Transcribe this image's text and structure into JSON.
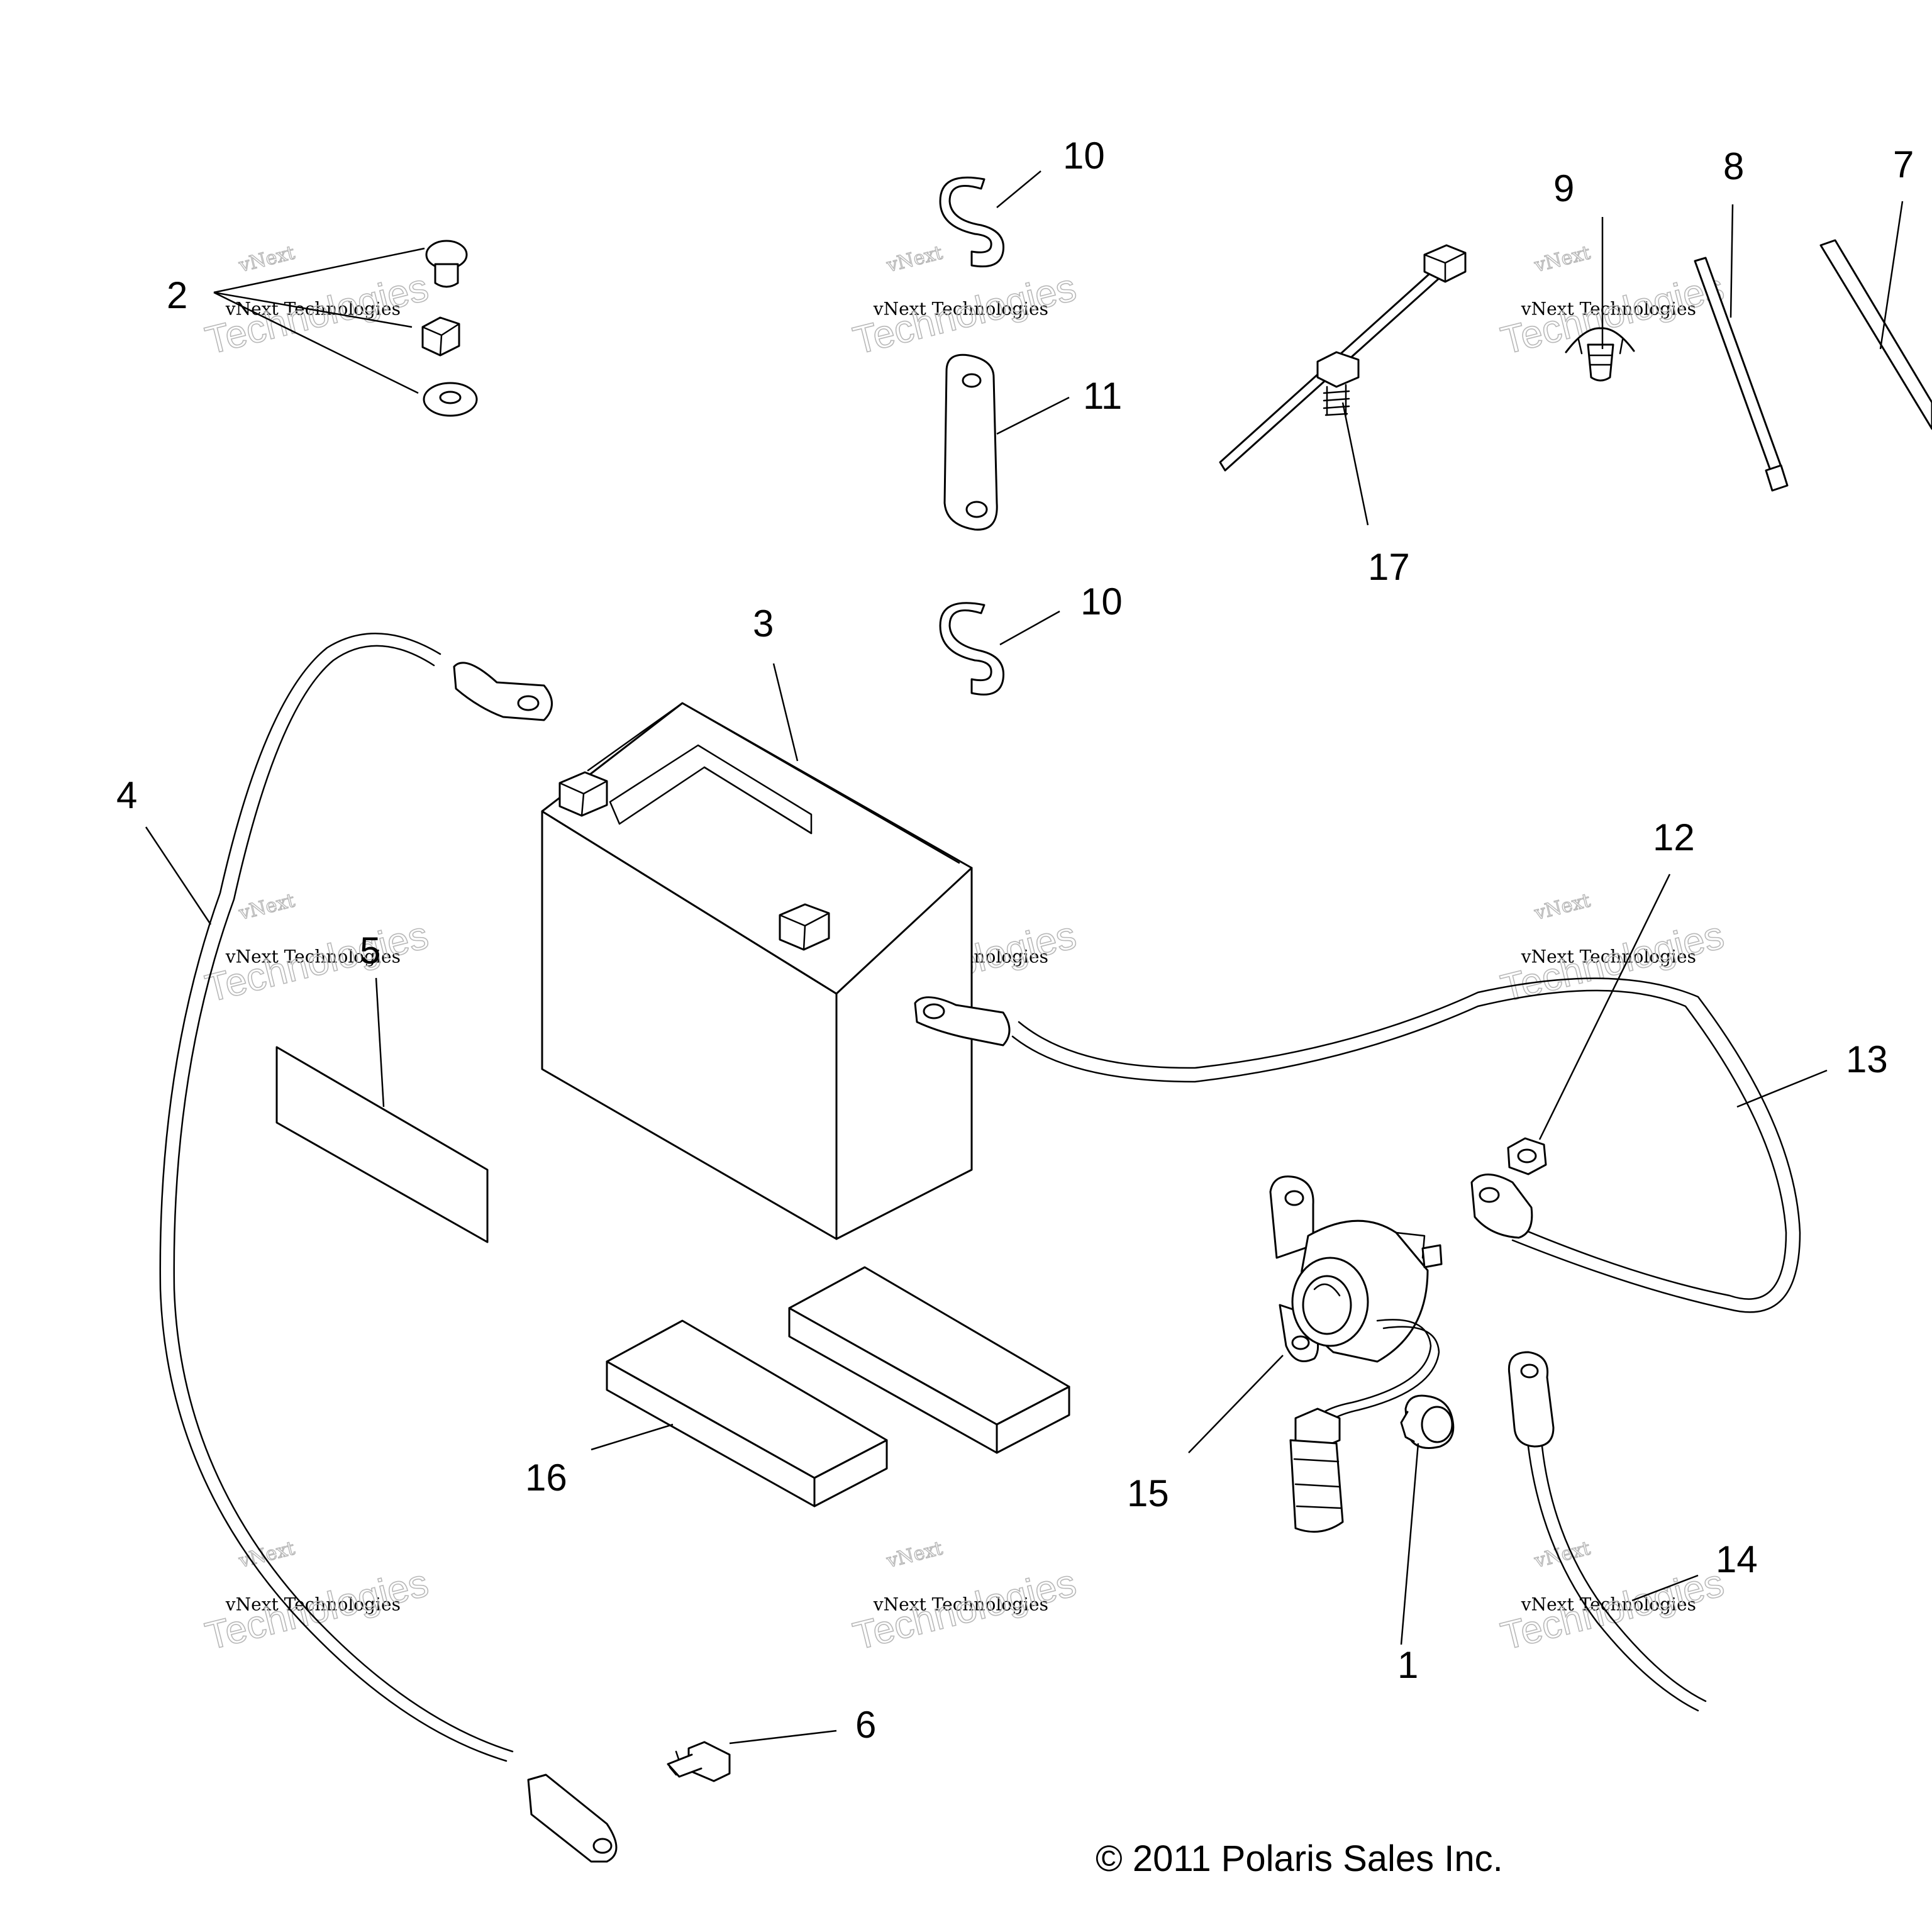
{
  "callouts": [
    "1",
    "2",
    "3",
    "4",
    "5",
    "6",
    "7",
    "8",
    "9",
    "10",
    "11",
    "12",
    "13",
    "14",
    "15",
    "16",
    "17"
  ],
  "callout_10_repeat": "10",
  "watermark": {
    "line1": "vNext",
    "line2": "vNext Technologies",
    "line3": "Technologies"
  },
  "copyright": "© 2011 Polaris Sales Inc."
}
